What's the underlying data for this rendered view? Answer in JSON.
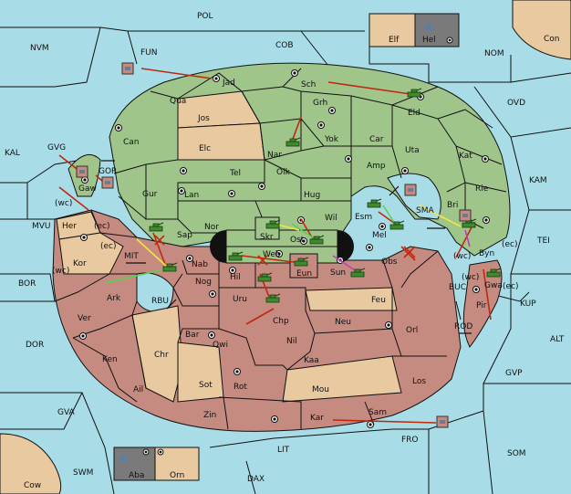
{
  "map": {
    "sea_labels": {
      "pol": "POL",
      "cob": "COB",
      "nvm": "NVM",
      "fun": "FUN",
      "nom": "NOM",
      "ovd": "OVD",
      "kal": "KAL",
      "mvu": "MVU",
      "bor": "BOR",
      "dor": "DOR",
      "kam": "KAM",
      "tei": "TEI",
      "kup": "KUP",
      "alt": "ALT",
      "gvp": "GVP",
      "gva": "GVA",
      "som": "SOM",
      "fro": "FRO",
      "swm": "SWM",
      "lit": "LIT",
      "dax": "DAX",
      "buc": "BUC",
      "rod": "ROD",
      "gor": "GOR",
      "mit": "MIT",
      "rbu": "RBU",
      "sma": "SMA",
      "gvg": "GVG"
    },
    "land_labels": {
      "jad": "Jad",
      "sch": "Sch",
      "qua": "Qua",
      "grh": "Grh",
      "eld": "Eld",
      "jos": "Jos",
      "can": "Can",
      "nar": "Nar",
      "yok": "Yok",
      "car": "Car",
      "uta": "Uta",
      "kat": "Kat",
      "elc": "Elc",
      "amp": "Amp",
      "tel": "Tel",
      "olk": "Olk",
      "gur": "Gur",
      "lan": "Lan",
      "hug": "Hug",
      "rie": "Rie",
      "bri": "Bri",
      "esm": "Esm",
      "wil": "Wil",
      "nor": "Nor",
      "skr": "Skr",
      "sap": "Sap",
      "ost": "Ost",
      "mel": "Mel",
      "byn": "Byn",
      "her": "Her",
      "gaw": "Gaw",
      "kor": "Kor",
      "nab": "Nab",
      "web": "Web",
      "obs": "Obs",
      "eun": "Eun",
      "sun": "Sun",
      "nog": "Nog",
      "hil": "Hil",
      "ark": "Ark",
      "uru": "Uru",
      "feu": "Feu",
      "gwa": "Gwa",
      "pir": "Pir",
      "ver": "Ver",
      "chp": "Chp",
      "neu": "Neu",
      "orl": "Orl",
      "bar": "Bar",
      "qwi": "Qwi",
      "nil": "Nil",
      "ken": "Ken",
      "chr": "Chr",
      "kaa": "Kaa",
      "ail": "Ail",
      "sot": "Sot",
      "rot": "Rot",
      "mou": "Mou",
      "los": "Los",
      "zin": "Zin",
      "kar": "Kar",
      "sam": "Sam",
      "con": "Con",
      "cow": "Cow"
    },
    "coast_labels": {
      "wc": "(wc)",
      "ec": "(ec)"
    },
    "legend_top": {
      "left": "Elf",
      "right": "Hel"
    },
    "legend_bottom": {
      "left": "Aba",
      "right": "Orn"
    }
  }
}
